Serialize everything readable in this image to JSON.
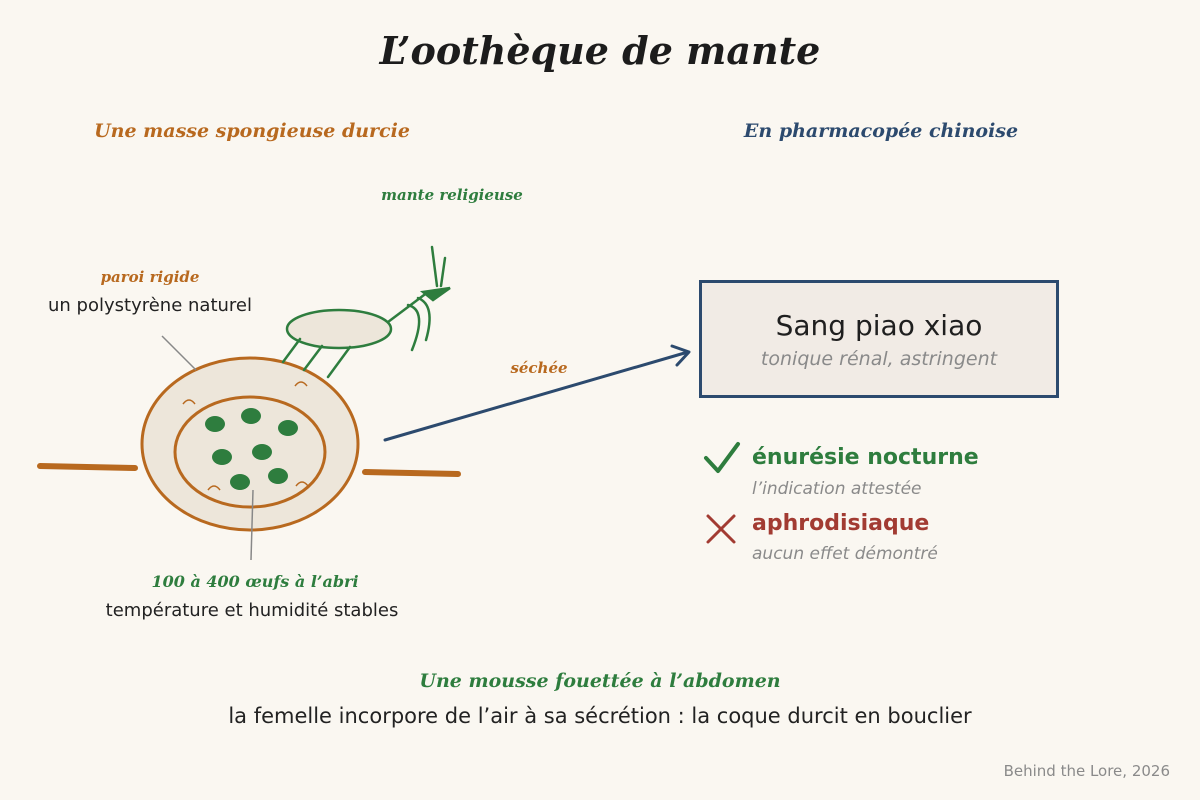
{
  "title": "L’oothèque de mante",
  "left_panel": {
    "heading": "Une masse spongieuse durcie",
    "mantis_label": "mante religieuse",
    "wall_label": "paroi rigide",
    "wall_desc": "un polystyrène naturel",
    "eggs_label": "100 à 400 œufs à l’abri",
    "eggs_desc": "température et humidité stables"
  },
  "arrow_label": "séchée",
  "right_panel": {
    "heading": "En pharmacopée chinoise",
    "remedy_name": "Sang piao xiao",
    "remedy_sub": "tonique rénal, astringent",
    "indications": [
      {
        "label": "énurésie nocturne",
        "note": "l’indication attestée",
        "valid": true,
        "icon": "check-icon"
      },
      {
        "label": "aphrodisiaque",
        "note": "aucun effet démontré",
        "valid": false,
        "icon": "cross-icon"
      }
    ]
  },
  "footer": {
    "title": "Une mousse fouettée à l’abdomen",
    "desc": "la femelle incorpore de l’air à sa sécrétion : la coque durcit en bouclier"
  },
  "credit": "Behind the Lore, 2026",
  "colors": {
    "orange": "#b8691f",
    "green": "#2e7d3e",
    "navy": "#2c4a6e",
    "red": "#a23b32",
    "background": "#faf7f1"
  }
}
